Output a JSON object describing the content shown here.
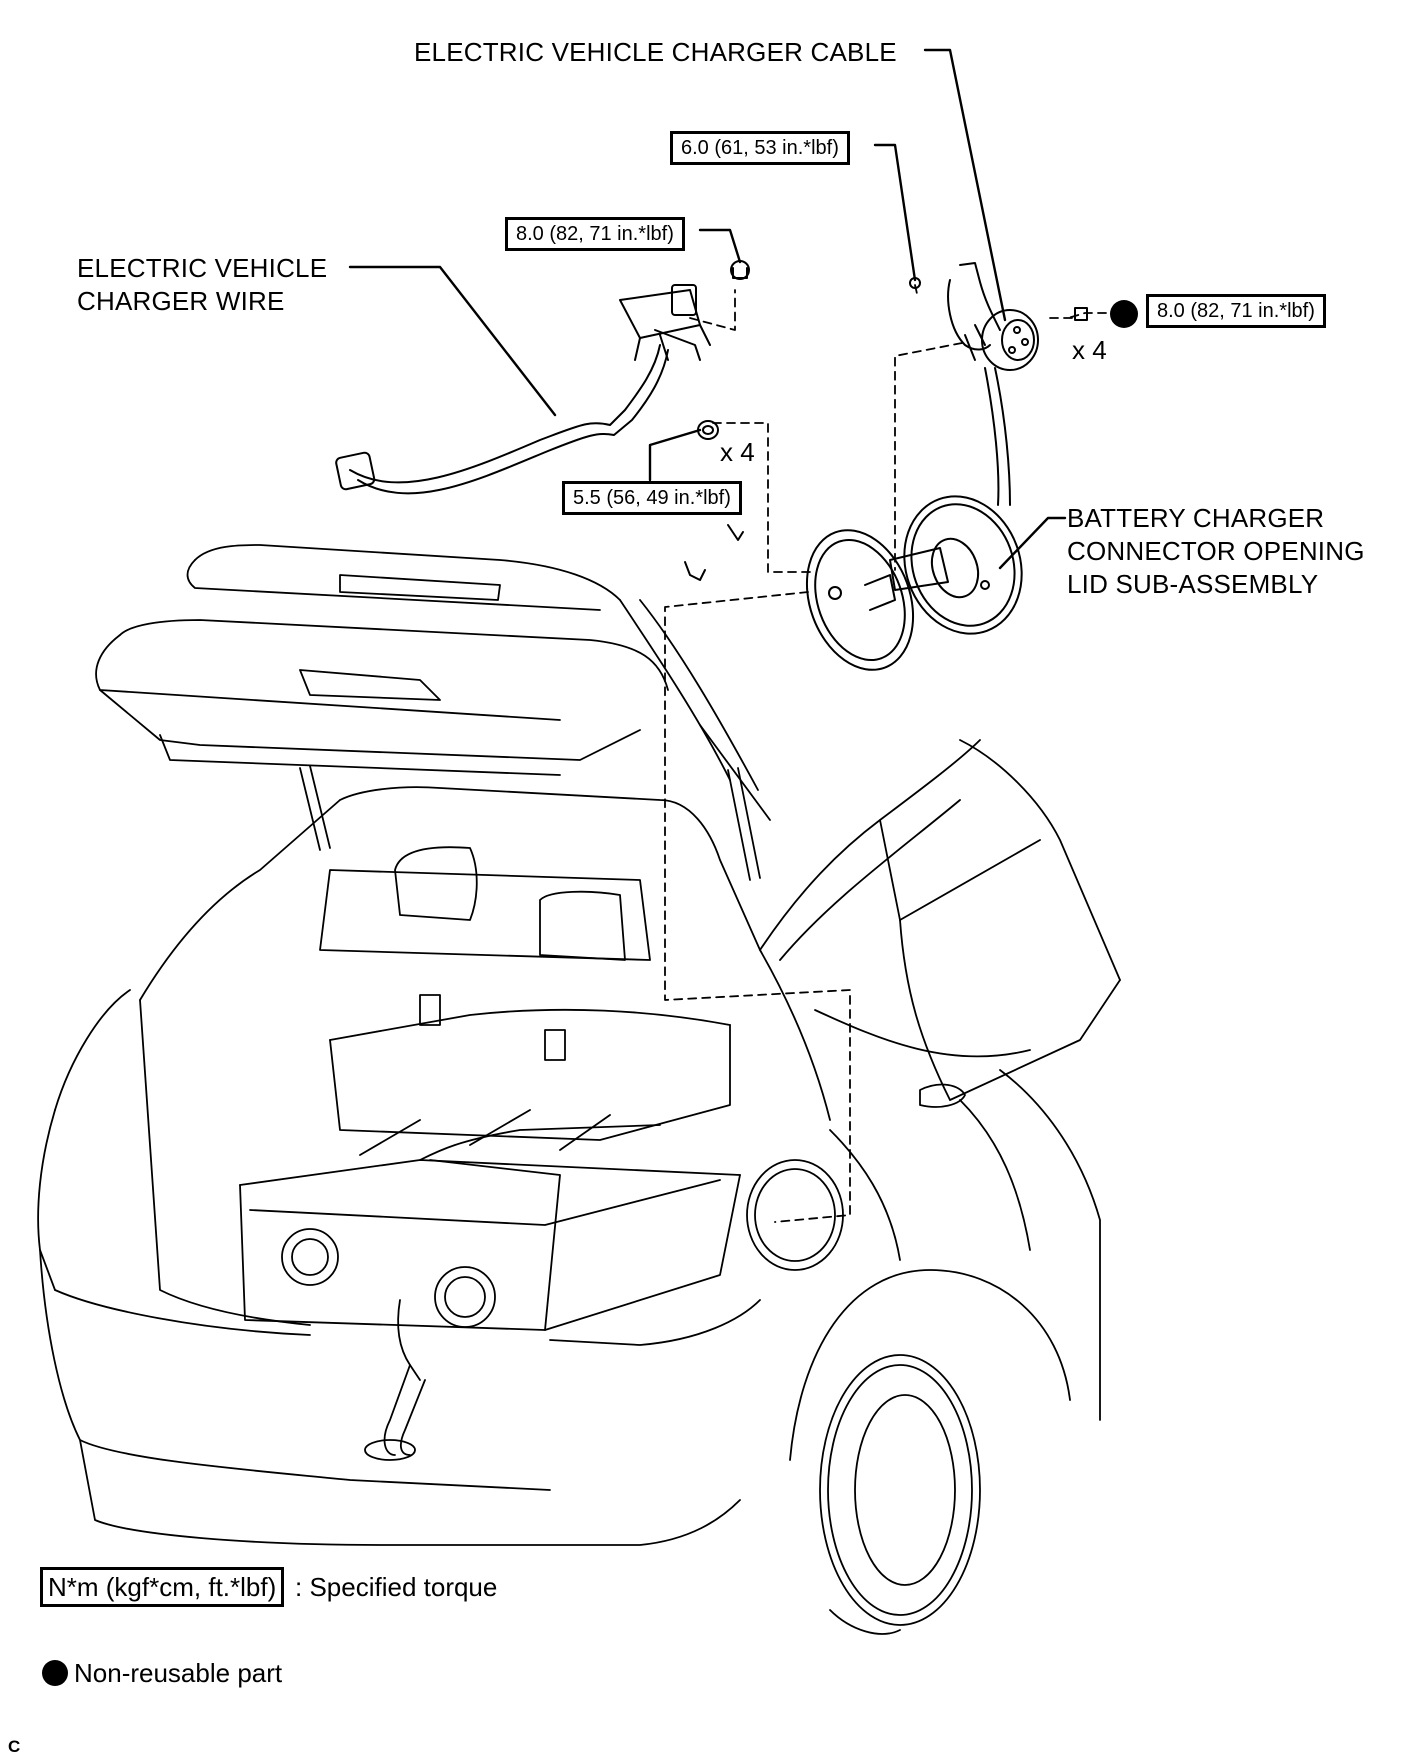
{
  "labels": {
    "cable": "ELECTRIC VEHICLE CHARGER CABLE",
    "wire_line1": "ELECTRIC VEHICLE",
    "wire_line2": "CHARGER WIRE",
    "lid_line1": "BATTERY CHARGER",
    "lid_line2": "CONNECTOR OPENING",
    "lid_line3": "LID SUB-ASSEMBLY"
  },
  "torques": {
    "cable_bolt": "6.0 (61, 53 in.*lbf)",
    "wire_nut": "8.0 (82, 71 in.*lbf)",
    "cable_mount": "8.0 (82, 71 in.*lbf)",
    "lid_screw": "5.5 (56, 49 in.*lbf)"
  },
  "quantities": {
    "cable_mount": "x 4",
    "lid_screw": "x 4"
  },
  "legend": {
    "torque_units": "N*m (kgf*cm, ft.*lbf)",
    "torque_desc": ": Specified torque",
    "nonreusable": "Non-reusable part"
  },
  "corner_code": "C"
}
